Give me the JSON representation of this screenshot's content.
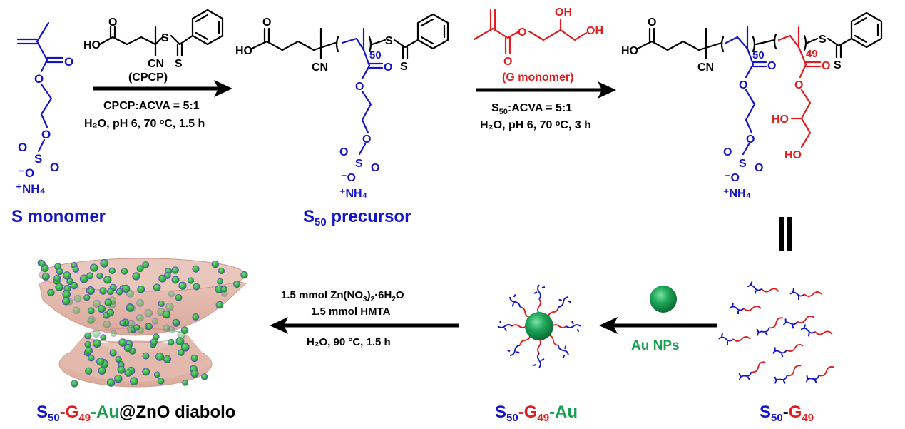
{
  "colors": {
    "s_block": "#1414c8",
    "g_block": "#e01e1e",
    "gold": "#1a9e4f",
    "text": "#000000",
    "zno": "#e8c0b4"
  },
  "step1": {
    "reagent_name": "(CPCP)",
    "reagent_atoms": {
      "ho": "HO",
      "o": "O",
      "s1": "S",
      "s2": "S",
      "cn": "CN"
    },
    "conditions": [
      "CPCP:ACVA = 5:1",
      "H₂O, pH 6, 70 ᵒC, 1.5 h"
    ],
    "direction": "right"
  },
  "s_monomer": {
    "label": "S monomer",
    "atoms": {
      "o_carbonyl": "O",
      "o_ester": "O",
      "o_link": "O",
      "o_s1": "O",
      "s": "S",
      "o_s2": "O",
      "o_minus": "⁻O",
      "counterion": "⁺NH₄"
    }
  },
  "s50_precursor": {
    "label_main": "S",
    "label_sub": "50",
    "label_rest": " precursor",
    "dp": "50",
    "atoms": {
      "ho": "HO",
      "o_acid": "O",
      "cn": "CN",
      "s1": "S",
      "s2": "S",
      "o_carbonyl": "O",
      "o_ester": "O",
      "o_link": "O",
      "o_s1": "O",
      "s": "S",
      "o_s2": "O",
      "o_minus": "⁻O",
      "counterion": "⁺NH₄"
    }
  },
  "step2": {
    "reagent_name": "(G monomer)",
    "reagent_atoms": {
      "oh1": "OH",
      "oh2": "OH",
      "o_ester": "O",
      "o_carbonyl": "O"
    },
    "conditions_prefix": "S",
    "conditions_sub": "50",
    "conditions_rest": ":ACVA = 5:1",
    "conditions_line2": "H₂O, pH 6, 70 ᵒC, 3 h",
    "direction": "right"
  },
  "s50_g49_structure": {
    "dp_s": "50",
    "dp_g": "49",
    "atoms": {
      "ho": "HO",
      "o_acid": "O",
      "cn": "CN",
      "s1": "S",
      "s2": "S",
      "o_carb_s": "O",
      "o_est_s": "O",
      "o_link": "O",
      "o_s1": "O",
      "s": "S",
      "o_s2": "O",
      "o_minus": "⁻O",
      "counterion": "⁺NH₄",
      "o_carb_g": "O",
      "o_est_g": "O",
      "ho1": "HO",
      "ho2": "HO"
    }
  },
  "equals_symbol": "=",
  "s50_g49": {
    "parts": [
      {
        "text": "S",
        "sub": "50",
        "color": "blue"
      },
      {
        "text": "-",
        "sub": "",
        "color": "black"
      },
      {
        "text": "G",
        "sub": "49",
        "color": "red"
      }
    ],
    "chain_count": 11
  },
  "step3": {
    "reagent": "Au NPs",
    "direction": "left"
  },
  "s50_g49_au": {
    "parts": [
      {
        "text": "S",
        "sub": "50"
      },
      {
        "text": "-G",
        "sub": "49"
      },
      {
        "text": "-Au",
        "sub": ""
      }
    ],
    "arm_count": 8
  },
  "step4": {
    "line1_a": "1.5 mmol Zn(NO",
    "line1_sub1": "3",
    "line1_b": ")",
    "line1_sub2": "2",
    "line1_c": "·6H",
    "line1_sub3": "2",
    "line1_d": "O",
    "line2": "1.5 mmol HMTA",
    "line3": "H₂O, 90 °C, 1.5 h",
    "direction": "left"
  },
  "diabolo": {
    "label_s": "S",
    "label_s_sub": "50",
    "label_g": "-G",
    "label_g_sub": "49",
    "label_au": "-Au",
    "label_rest": "@ZnO diabolo"
  }
}
